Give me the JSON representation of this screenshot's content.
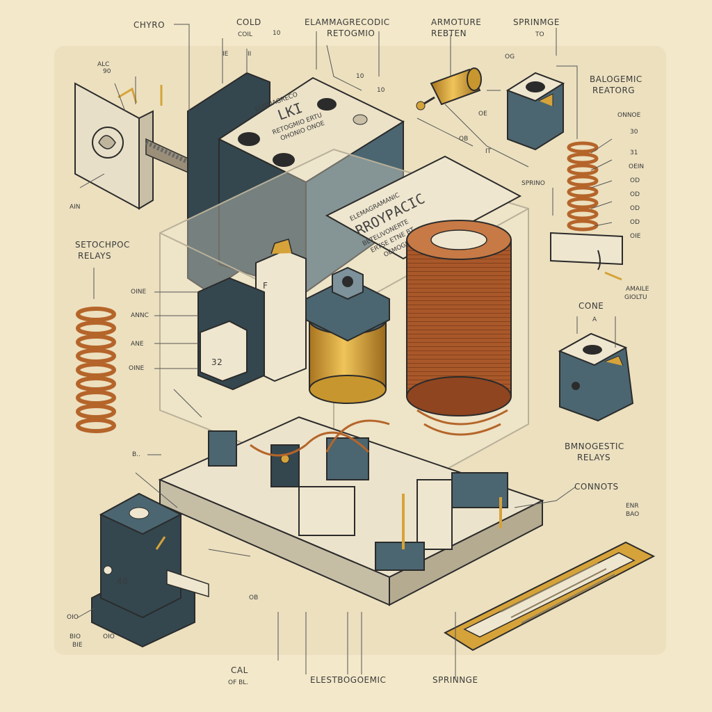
{
  "labels": {
    "top": {
      "l1": "CHYRO",
      "l2": "COLD",
      "l2b": "COIL",
      "l3": "ELAMMAGRECODIC",
      "l3b": "RETOGMIO",
      "l4": "ARMOTURE",
      "l4b": "REBTEN",
      "l5": "SPRINMGE",
      "l5b": "TO"
    },
    "left": {
      "a1": "ALC",
      "a1b": "90",
      "a2": "AIN",
      "a3": "SETOCHPOC",
      "a3b": "RELAYS",
      "a4": "OINE",
      "a5": "ANNC",
      "a6": "ANE",
      "a7": "OINE",
      "a8": "B.."
    },
    "right": {
      "r1": "BALOGEMIC",
      "r1b": "REATORG",
      "r2": "ONNOE",
      "r3": "30",
      "r4": "31",
      "r5": "OEIN",
      "r6": "OD",
      "r7": "OD",
      "r8": "OD",
      "r9": "OD",
      "r10": "OIE",
      "r11": "SPRINO",
      "r12": "CONE",
      "r12b": "A",
      "r13": "BMNOGESTIC",
      "r13b": "RELAYS",
      "r14": "CONNOTS",
      "r15": "ENR",
      "r15b": "BAO",
      "r16": "AMAILE",
      "r16b": "GIOLTU"
    },
    "bottom": {
      "b1": "CAL",
      "b1b": "OF BL.",
      "b2": "ELESTBOGOEMIC",
      "b3": "SPRINNGE",
      "b4": "OIO",
      "b4b": "BIO",
      "b4c": "BIE",
      "b4d": "OIO"
    },
    "misc": {
      "m1": "10",
      "m2": "10",
      "m3": "10",
      "m4": "OG",
      "m5": "OE",
      "m6": "IT",
      "m7": "OB",
      "m8": "OB",
      "m9": "II",
      "m10": "IE"
    }
  },
  "plates": {
    "top_plate": {
      "line1": "ELMMAGRECO",
      "line2": "LKI",
      "line3": "RETOGMIO ERTU",
      "line4": "OHONIO ONOE"
    },
    "front_plate": {
      "line1": "ELEMAGRAMANIC",
      "line2": "RROYPACIC",
      "line3": "BETELIVONERTE",
      "line4": "ERTSE ETNE BT",
      "line5": "OEMOGIO CEIA"
    },
    "small_tag": "32",
    "base_tag": "40",
    "switch_tag": "F"
  },
  "colors": {
    "background": "#f3e8c9",
    "panel": "#ece0bf",
    "dark_teal": "#34474f",
    "teal_mid": "#4b6670",
    "copper": "#b5652a",
    "brass": "#d6a33a",
    "cream": "#efe6cf",
    "outline": "#2b2b2b"
  }
}
